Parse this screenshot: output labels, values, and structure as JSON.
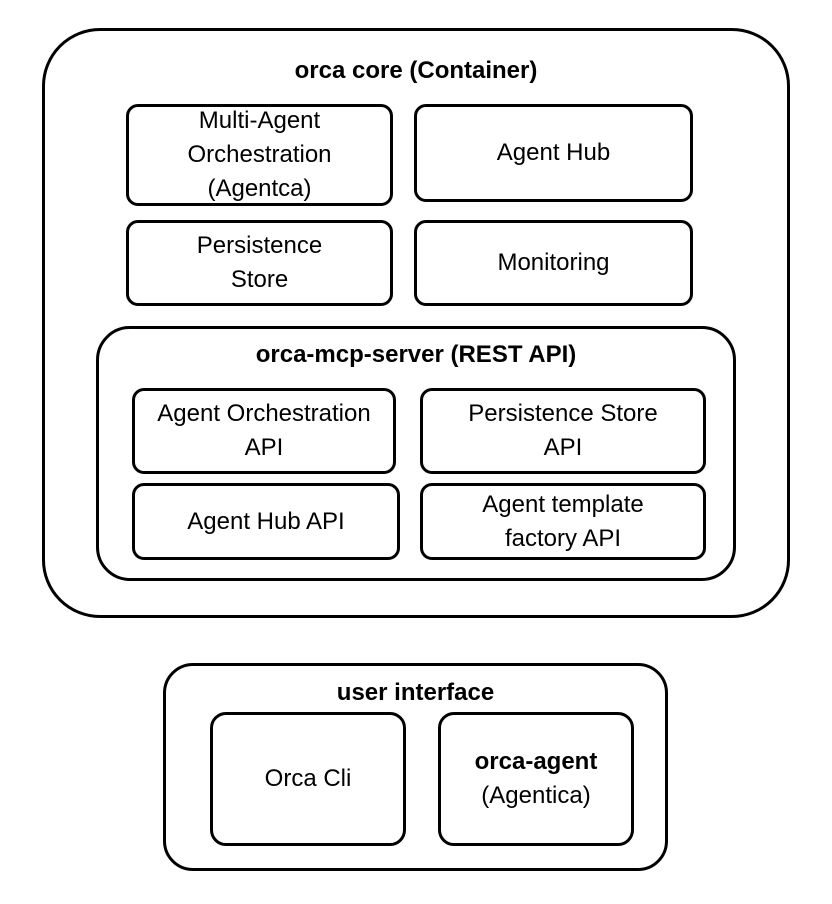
{
  "core": {
    "title": "orca core (Container)",
    "cards": {
      "orchestration": [
        "Multi-Agent",
        "Orchestration",
        "(Agentca)"
      ],
      "agent_hub": "Agent Hub",
      "persistence": [
        "Persistence",
        "Store"
      ],
      "monitoring": "Monitoring"
    }
  },
  "mcp_server": {
    "title": "orca-mcp-server (REST API)",
    "cards": {
      "orchestration_api": [
        "Agent Orchestration",
        "API"
      ],
      "persistence_api": [
        "Persistence Store",
        "API"
      ],
      "agent_hub_api": "Agent Hub API",
      "template_factory_api": [
        "Agent template",
        "factory API"
      ]
    }
  },
  "user_interface": {
    "title": "user interface",
    "cards": {
      "cli": "Orca Cli",
      "agent": [
        "orca-agent",
        "(Agentica)"
      ]
    }
  }
}
